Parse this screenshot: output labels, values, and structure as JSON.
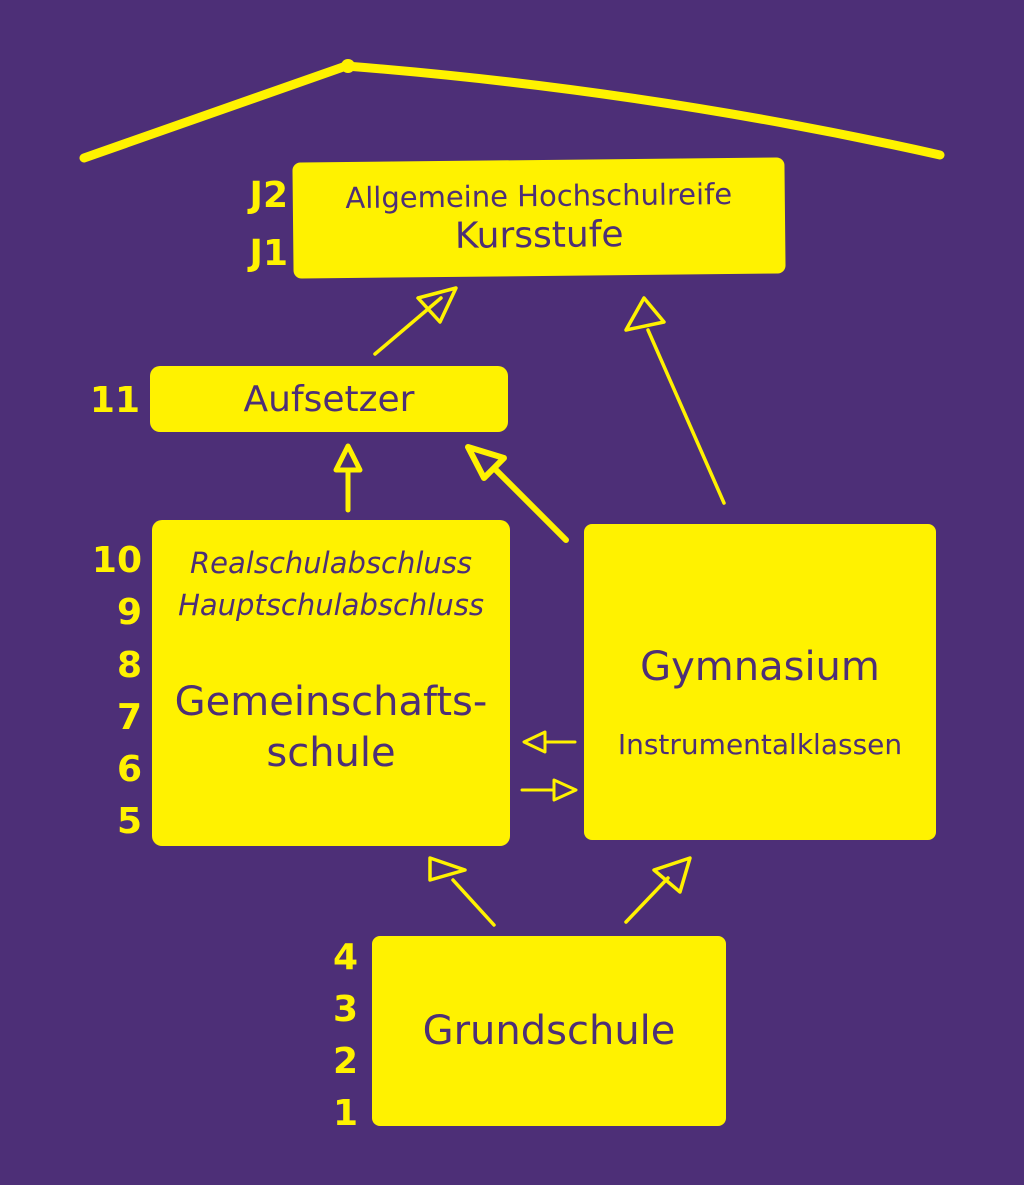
{
  "colors": {
    "background": "#4d2f77",
    "accent": "#fff200"
  },
  "kursstufe": {
    "subtitle": "Allgemeine Hochschulreife",
    "title": "Kursstufe",
    "grades": [
      "J2",
      "J1"
    ]
  },
  "aufsetzer": {
    "title": "Aufsetzer",
    "grade": "11"
  },
  "gemeinschaftsschule": {
    "line1": "Realschulabschluss",
    "line2": "Hauptschulabschluss",
    "title_line1": "Gemeinschafts-",
    "title_line2": "schule",
    "grades": [
      "10",
      "9",
      "8",
      "7",
      "6",
      "5"
    ]
  },
  "gymnasium": {
    "title": "Gymnasium",
    "subtitle": "Instrumentalklassen"
  },
  "grundschule": {
    "title": "Grundschule",
    "grades": [
      "4",
      "3",
      "2",
      "1"
    ]
  }
}
